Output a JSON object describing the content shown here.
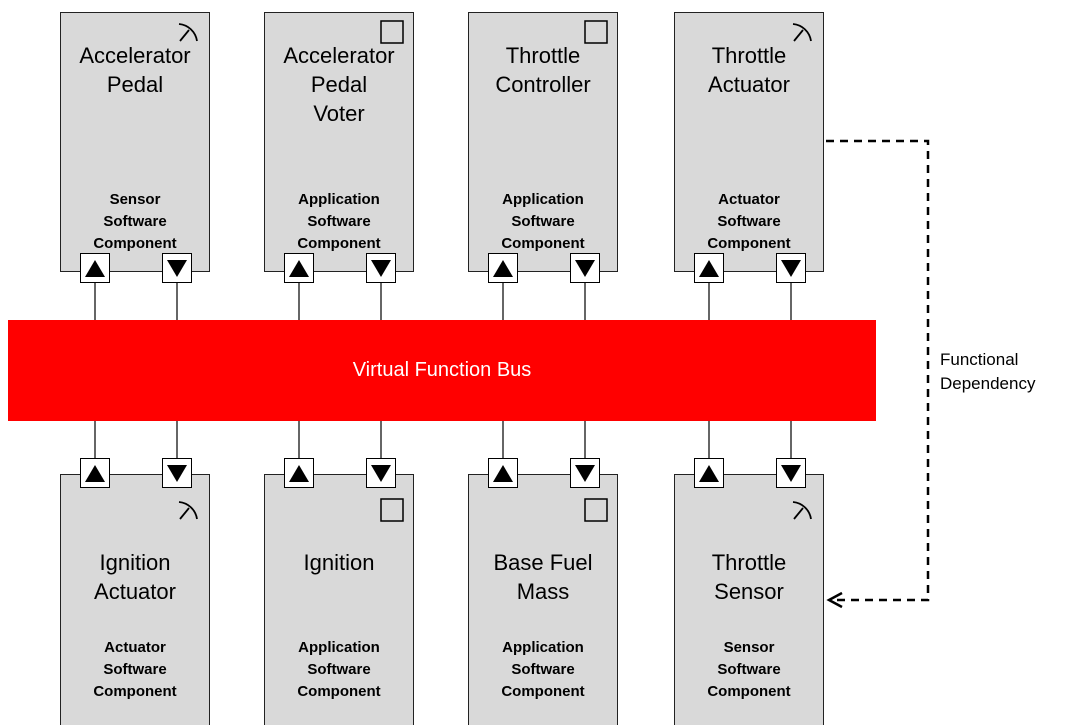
{
  "bus": {
    "label": "Virtual Function Bus"
  },
  "dependency": {
    "label": "Functional\nDependency"
  },
  "components_top": [
    {
      "name": "Accelerator\nPedal",
      "type": "Sensor\nSoftware\nComponent",
      "icon": "gauge-icon"
    },
    {
      "name": "Accelerator\nPedal\nVoter",
      "type": "Application\nSoftware\nComponent",
      "icon": "square-icon"
    },
    {
      "name": "Throttle\nController",
      "type": "Application\nSoftware\nComponent",
      "icon": "square-icon"
    },
    {
      "name": "Throttle\nActuator",
      "type": "Actuator\nSoftware\nComponent",
      "icon": "gauge-icon"
    }
  ],
  "components_bottom": [
    {
      "name": "Ignition\nActuator",
      "type": "Actuator\nSoftware\nComponent",
      "icon": "gauge-icon"
    },
    {
      "name": "Ignition",
      "type": "Application\nSoftware\nComponent",
      "icon": "square-icon"
    },
    {
      "name": "Base Fuel\nMass",
      "type": "Application\nSoftware\nComponent",
      "icon": "square-icon"
    },
    {
      "name": "Throttle\nSensor",
      "type": "Sensor\nSoftware\nComponent",
      "icon": "gauge-icon"
    }
  ],
  "colors": {
    "bus": "#ff0000",
    "component_fill": "#d9d9d9"
  }
}
